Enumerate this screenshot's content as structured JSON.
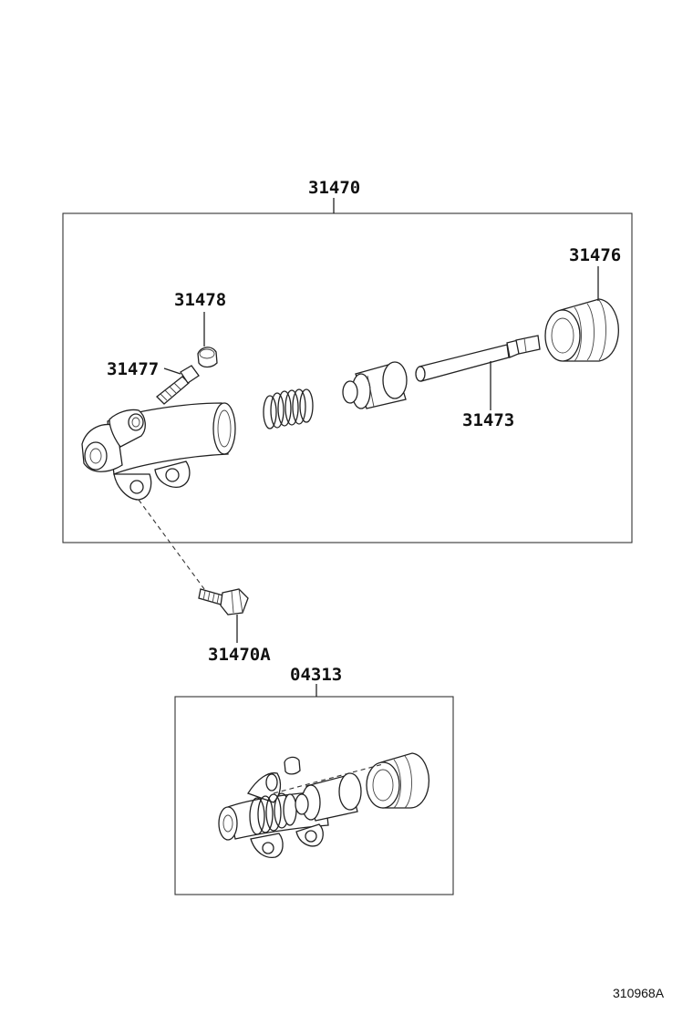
{
  "diagram": {
    "reference_code": "310968A",
    "labels": {
      "p31470": "31470",
      "p31476": "31476",
      "p31478": "31478",
      "p31477": "31477",
      "p31473": "31473",
      "p31470A": "31470A",
      "p04313": "04313"
    }
  }
}
